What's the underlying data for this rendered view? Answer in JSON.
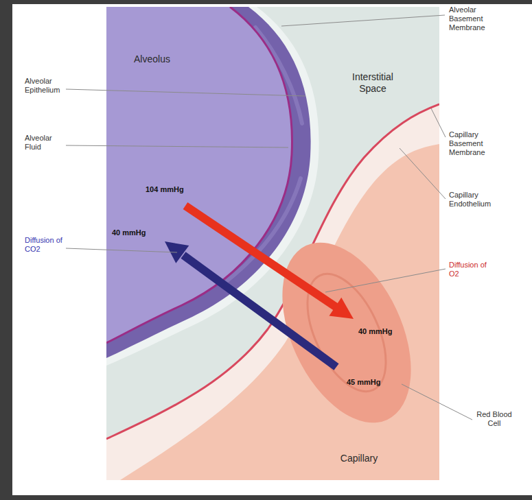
{
  "diagram": {
    "labels": [
      "Alveolus",
      "Alveolar Basement Membrane",
      "Interstitial Space",
      "Alveolar Epithelium",
      "Capillary Basement Membrane",
      "Alveolar Fluid",
      "Capillary Endothelium",
      "104 mmHg",
      "40 mmHg",
      "Diffusion of CO2",
      "Diffusion of O2",
      "40 mmHg",
      "45 mmHg",
      "Red Blood Cell",
      "Capillary"
    ]
  }
}
